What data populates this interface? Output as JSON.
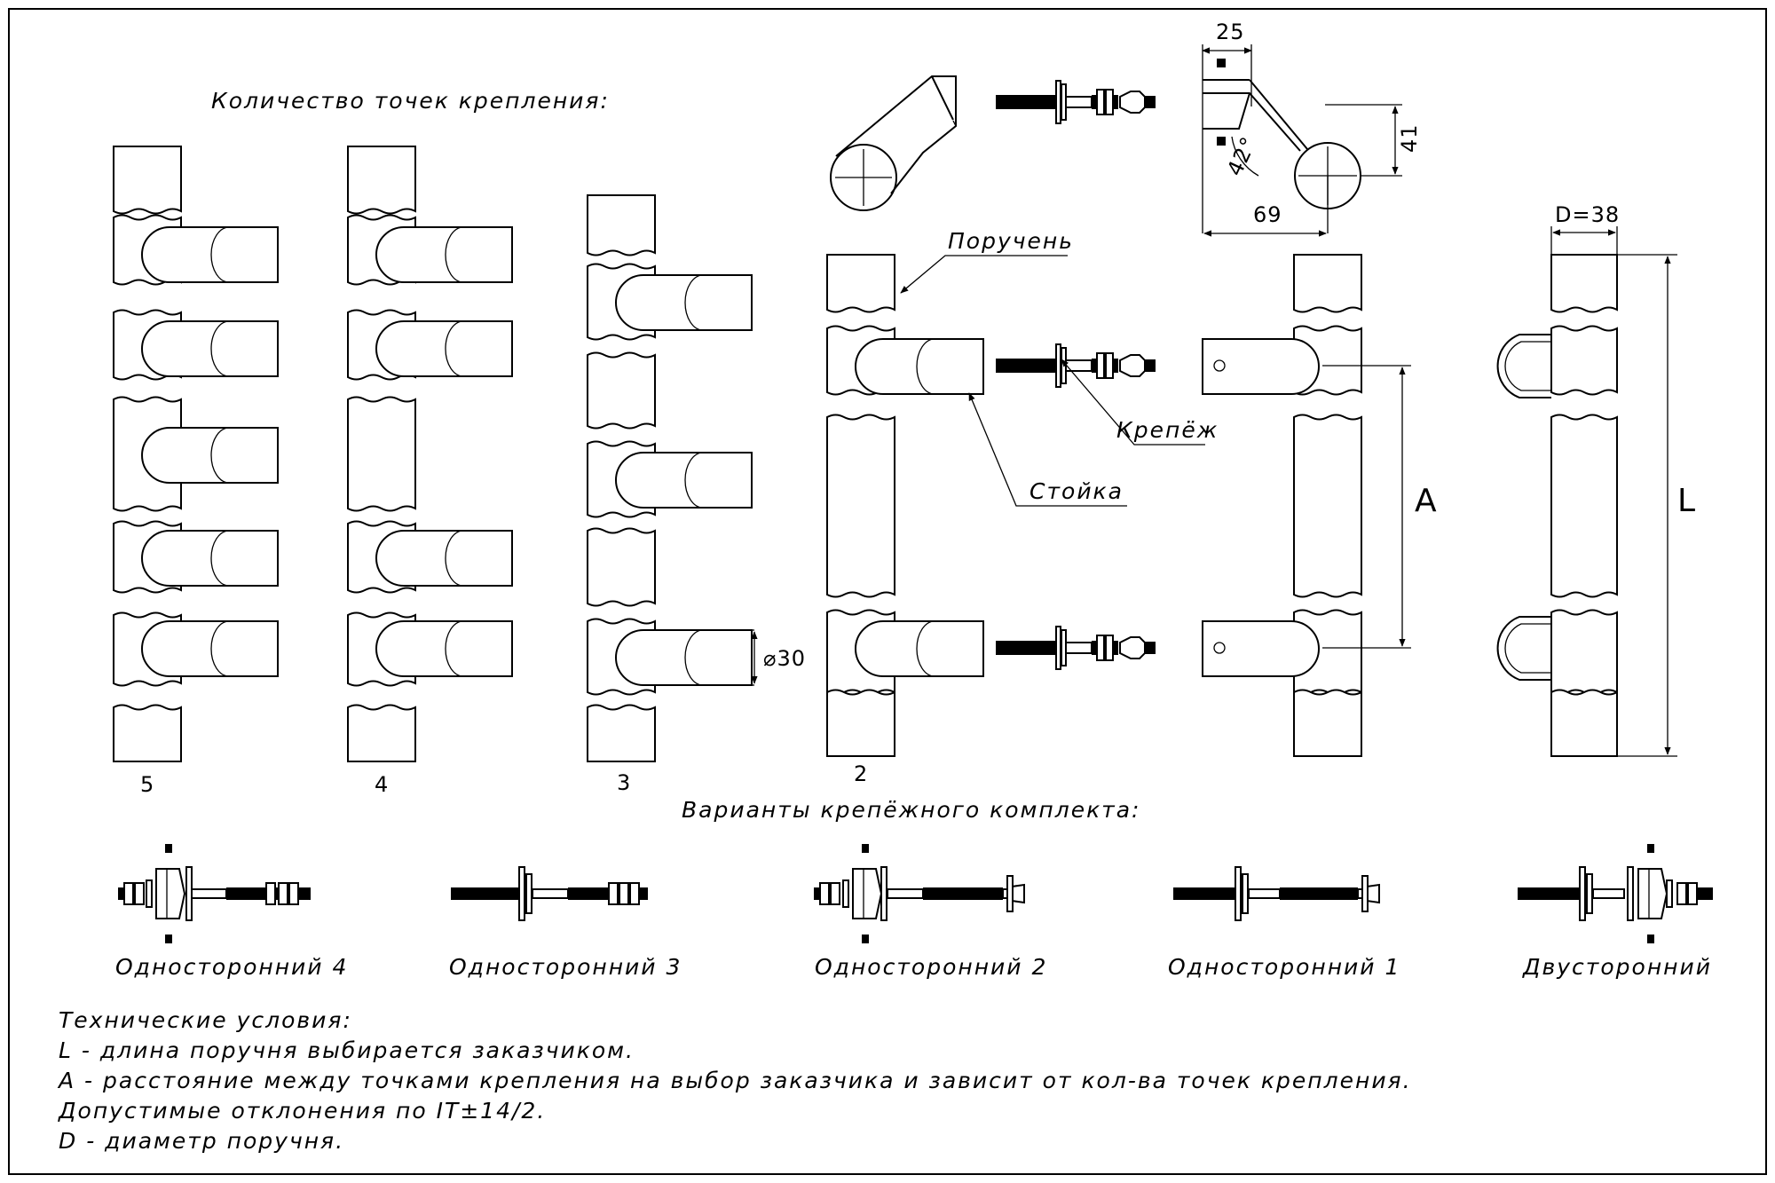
{
  "heading_mount_points": "Количество точек крепления:",
  "mount_counts": [
    "5",
    "4",
    "3",
    "2"
  ],
  "callouts": {
    "handrail": "Поручень",
    "fastener": "Крепёж",
    "post": "Стойка"
  },
  "dimensions": {
    "post_diameter": "⌀30",
    "offset_25": "25",
    "height_41": "41",
    "depth_69": "69",
    "angle": "42°",
    "handrail_diameter": "D=38",
    "spacing_label": "A",
    "length_label": "L"
  },
  "heading_kit_variants": "Варианты крепёжного комплекта:",
  "kit_variants": [
    "Односторонний 4",
    "Односторонний 3",
    "Односторонний 2",
    "Односторонний 1",
    "Двусторонний"
  ],
  "notes_title": "Технические условия:",
  "notes": [
    "L - длина поручня выбирается заказчиком.",
    "A - расстояние между точками крепления на выбор заказчика и зависит от кол-ва точек крепления.",
    "Допустимые отклонения по IT±14/2.",
    "D - диаметр поручня."
  ]
}
